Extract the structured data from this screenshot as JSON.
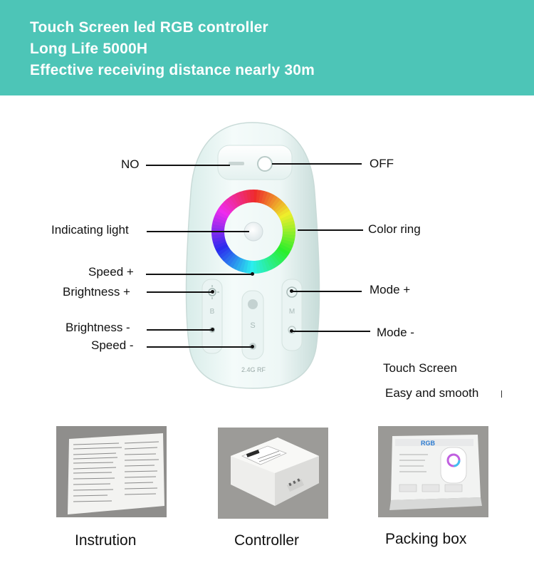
{
  "banner": {
    "line1": "Touch Screen led RGB controller",
    "line2": "Long Life 5000H",
    "line3": "Effective receiving distance nearly 30m",
    "color": "#4dc5b7"
  },
  "remote": {
    "labels": {
      "no": "NO",
      "off": "OFF",
      "indicating_light": "Indicating light",
      "color_ring": "Color ring",
      "speed_plus": "Speed +",
      "brightness_plus": "Brightness +",
      "mode_plus": "Mode +",
      "brightness_minus": "Brightness -",
      "mode_minus": "Mode -",
      "speed_minus": "Speed -"
    },
    "button_letters": {
      "b": "B",
      "s": "S",
      "m": "M"
    },
    "brand": "2.4G RF"
  },
  "notes": {
    "touch_screen": "Touch Screen",
    "easy_smooth": "Easy and smooth"
  },
  "products": [
    {
      "caption": "Instrution"
    },
    {
      "caption": "Controller"
    },
    {
      "caption": "Packing box"
    }
  ],
  "box_print": {
    "logo": "RGB"
  }
}
